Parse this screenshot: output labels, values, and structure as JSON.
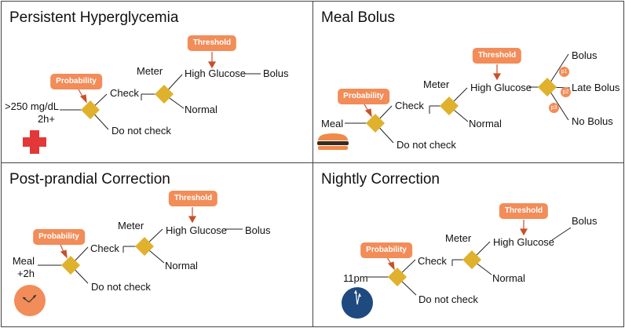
{
  "colors": {
    "label_bg": "#f28c58",
    "decision": "#e0b12c",
    "arrow": "#c8502a",
    "cross": "#e23838",
    "burger": "#f08a48",
    "clock_orange": "#f28c58",
    "clock_blue": "#1f4a7f"
  },
  "panels": {
    "persistent": {
      "title": "Persistent Hyperglycemia",
      "trigger": ">250 mg/dL",
      "trigger2": "2h+",
      "probability": "Probability",
      "check": "Check",
      "no_check": "Do not check",
      "meter": "Meter",
      "threshold": "Threshold",
      "high": "High Glucose",
      "normal": "Normal",
      "bolus": "Bolus",
      "icon": "red-cross-icon"
    },
    "meal": {
      "title": "Meal Bolus",
      "trigger": "Meal",
      "probability": "Probability",
      "check": "Check",
      "no_check": "Do not check",
      "meter": "Meter",
      "threshold": "Threshold",
      "high": "High Glucose",
      "normal": "Normal",
      "bolus": "Bolus",
      "late_bolus": "Late Bolus",
      "no_bolus": "No Bolus",
      "p1": "p1",
      "p2": "p2",
      "p3": "p3",
      "icon": "burger-icon"
    },
    "postprandial": {
      "title": "Post-prandial Correction",
      "trigger": "Meal",
      "trigger2": "+2h",
      "probability": "Probability",
      "check": "Check",
      "no_check": "Do not check",
      "meter": "Meter",
      "threshold": "Threshold",
      "high": "High Glucose",
      "normal": "Normal",
      "bolus": "Bolus",
      "icon": "orange-clock-icon"
    },
    "nightly": {
      "title": "Nightly Correction",
      "trigger": "11pm",
      "probability": "Probability",
      "check": "Check",
      "no_check": "Do not check",
      "meter": "Meter",
      "threshold": "Threshold",
      "high": "High Glucose",
      "normal": "Normal",
      "bolus": "Bolus",
      "icon": "blue-clock-icon"
    }
  }
}
